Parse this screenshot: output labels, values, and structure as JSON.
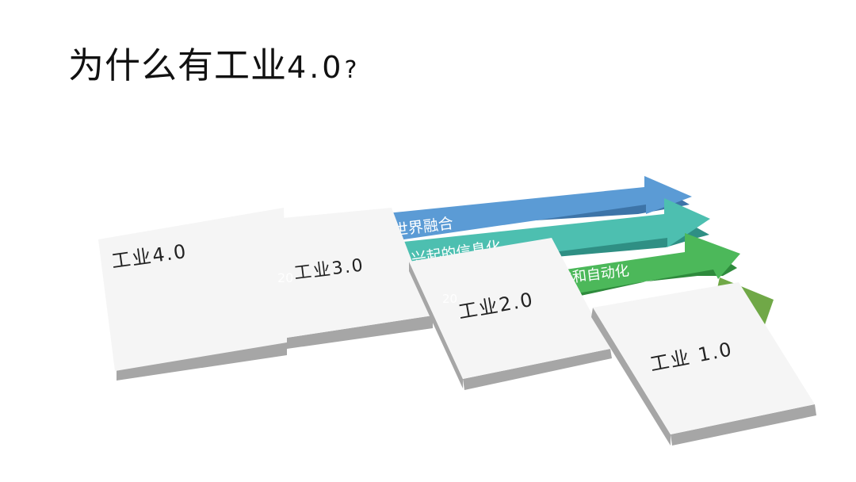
{
  "title": {
    "prefix": "为什么有工业",
    "version": "4.0",
    "suffix": "?"
  },
  "colors": {
    "arrow_blue": "#5B9BD5",
    "arrow_teal": "#4DBFB0",
    "arrow_green": "#4CB85A",
    "arrow_olive": "#70A847",
    "card_face": "#F5F5F5",
    "card_edge": "#A6A6A6"
  },
  "arrows": [
    {
      "text": "世界融合"
    },
    {
      "text": "兴起的信息化"
    },
    {
      "text": "化和自动化"
    },
    {
      "text": ""
    }
  ],
  "cards": [
    {
      "label": "工业4.0"
    },
    {
      "label": "工业3.0"
    },
    {
      "label": "工业2.0"
    },
    {
      "label": "工业 1.0"
    }
  ],
  "faint_labels": [
    "20",
    "20"
  ]
}
